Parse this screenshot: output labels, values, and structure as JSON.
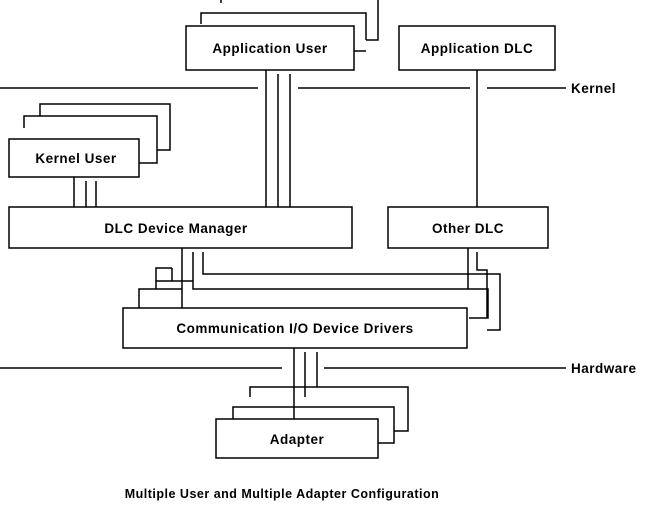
{
  "diagram": {
    "boxes": {
      "application_user": "Application User",
      "application_dlc": "Application DLC",
      "kernel_user": "Kernel User",
      "dlc_device_manager": "DLC Device Manager",
      "other_dlc": "Other DLC",
      "comm_io_drivers": "Communication I/O Device Drivers",
      "adapter": "Adapter"
    },
    "boundaries": {
      "kernel": "Kernel",
      "hardware": "Hardware"
    },
    "caption": "Multiple User and Multiple Adapter Configuration"
  }
}
